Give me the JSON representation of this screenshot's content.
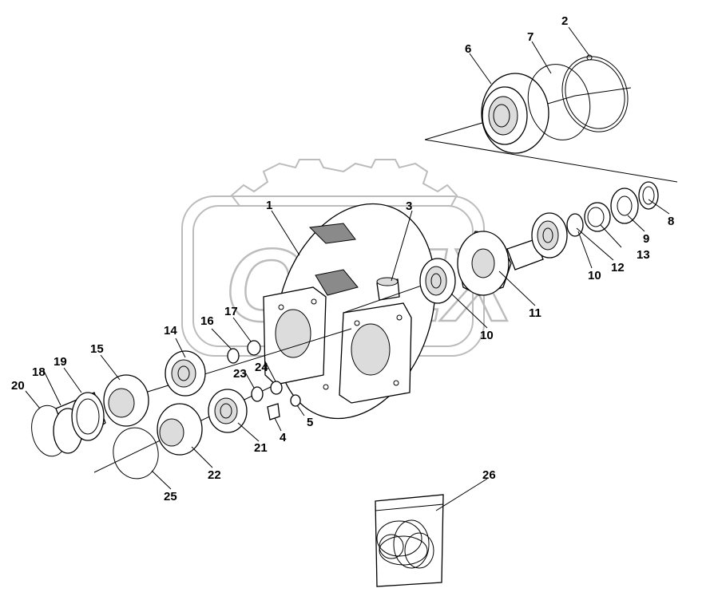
{
  "watermark": {
    "text": "OPEX"
  },
  "callouts": [
    {
      "id": "c1",
      "label": "1"
    },
    {
      "id": "c2",
      "label": "2"
    },
    {
      "id": "c3",
      "label": "3"
    },
    {
      "id": "c4",
      "label": "4"
    },
    {
      "id": "c5",
      "label": "5"
    },
    {
      "id": "c6",
      "label": "6"
    },
    {
      "id": "c7",
      "label": "7"
    },
    {
      "id": "c8",
      "label": "8"
    },
    {
      "id": "c9",
      "label": "9"
    },
    {
      "id": "c10a",
      "label": "10"
    },
    {
      "id": "c10b",
      "label": "10"
    },
    {
      "id": "c11",
      "label": "11"
    },
    {
      "id": "c12",
      "label": "12"
    },
    {
      "id": "c13",
      "label": "13"
    },
    {
      "id": "c14",
      "label": "14"
    },
    {
      "id": "c15",
      "label": "15"
    },
    {
      "id": "c16",
      "label": "16"
    },
    {
      "id": "c17",
      "label": "17"
    },
    {
      "id": "c18",
      "label": "18"
    },
    {
      "id": "c19",
      "label": "19"
    },
    {
      "id": "c20",
      "label": "20"
    },
    {
      "id": "c21",
      "label": "21"
    },
    {
      "id": "c22",
      "label": "22"
    },
    {
      "id": "c23",
      "label": "23"
    },
    {
      "id": "c24",
      "label": "24"
    },
    {
      "id": "c25",
      "label": "25"
    },
    {
      "id": "c26",
      "label": "26"
    }
  ]
}
